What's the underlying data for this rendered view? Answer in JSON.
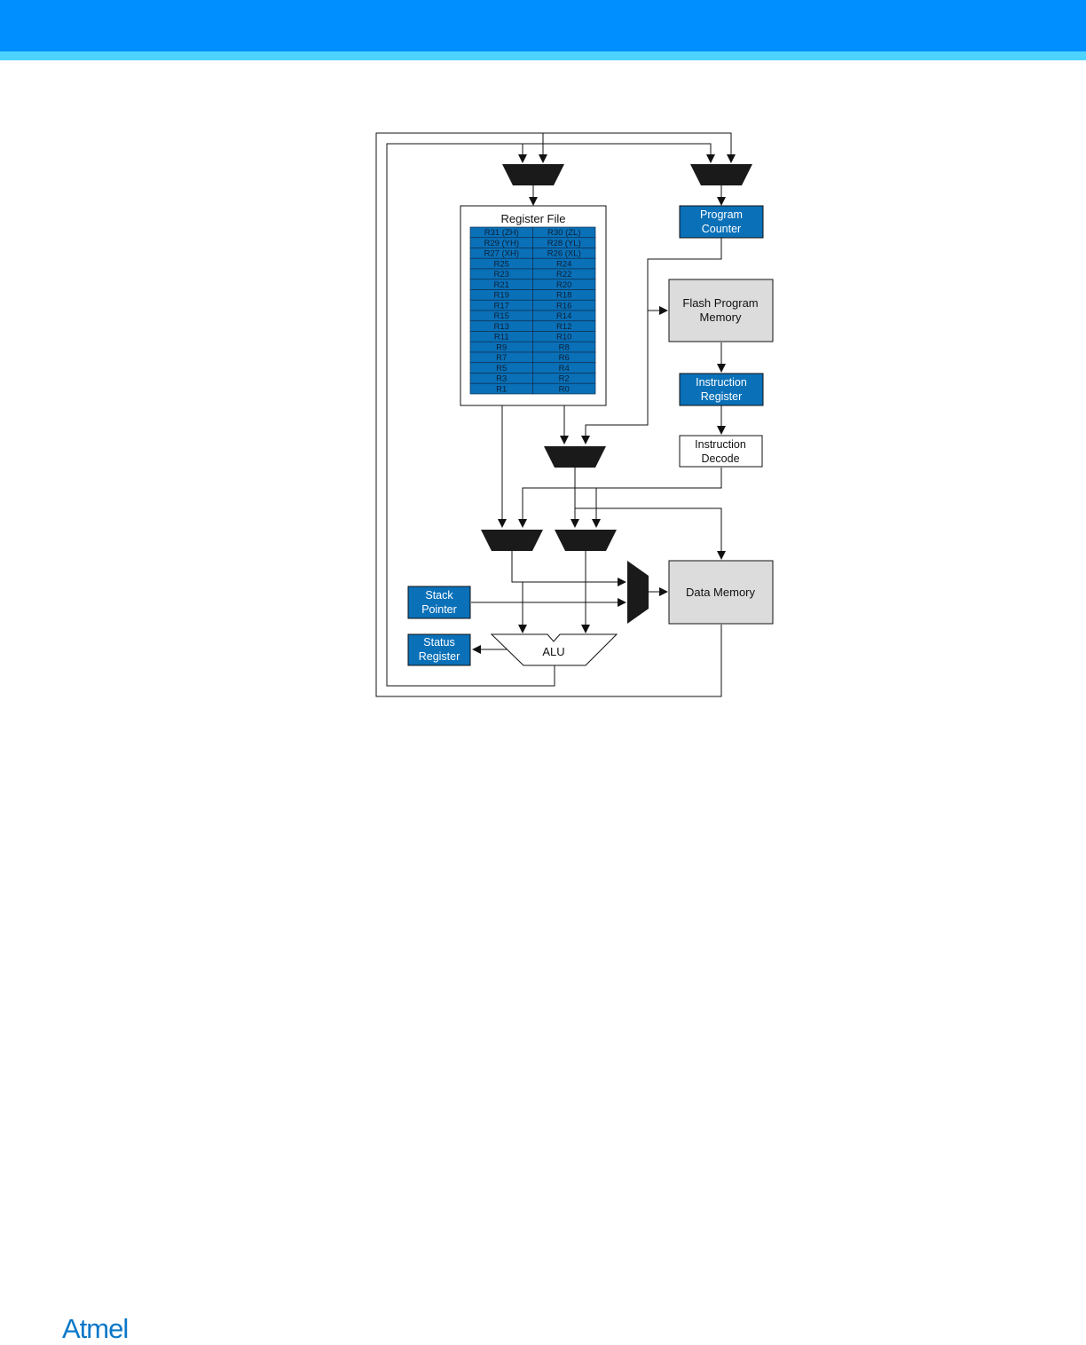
{
  "header": {
    "color_main": "#008ffe",
    "color_strip": "#4dd3ff"
  },
  "diagram": {
    "register_file": {
      "title": "Register File",
      "rows": [
        [
          "R31 (ZH)",
          "R30 (ZL)"
        ],
        [
          "R29 (YH)",
          "R28 (YL)"
        ],
        [
          "R27 (XH)",
          "R26 (XL)"
        ],
        [
          "R25",
          "R24"
        ],
        [
          "R23",
          "R22"
        ],
        [
          "R21",
          "R20"
        ],
        [
          "R19",
          "R18"
        ],
        [
          "R17",
          "R16"
        ],
        [
          "R15",
          "R14"
        ],
        [
          "R13",
          "R12"
        ],
        [
          "R11",
          "R10"
        ],
        [
          "R9",
          "R8"
        ],
        [
          "R7",
          "R6"
        ],
        [
          "R5",
          "R4"
        ],
        [
          "R3",
          "R2"
        ],
        [
          "R1",
          "R0"
        ]
      ]
    },
    "program_counter": {
      "line1": "Program",
      "line2": "Counter"
    },
    "flash_memory": {
      "line1": "Flash Program",
      "line2": "Memory"
    },
    "instruction_register": {
      "line1": "Instruction",
      "line2": "Register"
    },
    "instruction_decode": {
      "line1": "Instruction",
      "line2": "Decode"
    },
    "data_memory": {
      "label": "Data Memory"
    },
    "stack_pointer": {
      "line1": "Stack",
      "line2": "Pointer"
    },
    "status_register": {
      "line1": "Status",
      "line2": "Register"
    },
    "alu": {
      "label": "ALU"
    },
    "colors": {
      "blue_block": "#0a70b8",
      "gray_block": "#dcdcdc",
      "mux": "#1a1a1a"
    }
  },
  "footer": {
    "logo_text": "Atmel"
  }
}
